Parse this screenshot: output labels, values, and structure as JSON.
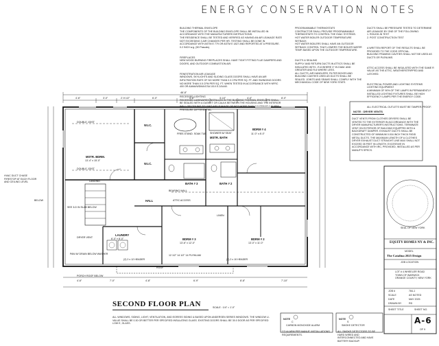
{
  "header": {
    "title": "ENERGY CONSERVATION NOTES"
  },
  "notes_col1": [
    {
      "heading": "",
      "text": "BUILDING THERMAL ENVELOPE\nTHE COMPONENTS OF THE BUILDING ENVELOPE SHALL BE INSTALLED IN ACCORDANCE WITH THE MANUFACTURERS INSTRUCTIONS.\nTHE RESIDENCE SHALL BE TESTED AND VERIFIED AS HAVING AN AIR LEAKAGE RATE NOT EXCEEDING 3 AIR CHANGES PER HR. TESTING SHALL BE DONE IN ACCORDANCE WITH ASTM E 779 OR ASTM E 1827 AND REPORTED AT A PRESSURE. 0.2 INCH w.g. (50 Pascals)."
    },
    {
      "heading": "",
      "text": "FIREPLACES\nNEW WOOD BURNING FIREPLACES SHALL HAVE TIGHT FITTING FLUE DAMPERS AND DOORS, AND OUTDOOR COMBUSTION AIR."
    },
    {
      "heading": "",
      "text": "FENESTRATION AIR LEAKAGE\nWINDOWS, SKYLIGHTS AND SLIDING GLASS DOORS SHALL HAVE AN AIR INFILTRATION RATE OF NO MORE THAN 0.3 CFM PER SQ. FT. AND SWINGING DOORS NO MORE THAN 0.5 CFM PER SQ. FT. WHEN TESTED IN ACCORDANCE WITH NFRC 400 OR AAMA/WDMA/CSA 101/I.S.2/A440."
    },
    {
      "heading": "",
      "text": "RECESSED LIGHTING\nRECESSED LUMINAIRES INSTALLED IN THE BUILDING THERMAL ENVELOPE SHALL BE SEALED WITH A GASKET OR CAULK BETWEEN THE HOUSING AND THE INTERIOR WALL OR CEILING TO LIMIT AIR LEAKAGE OF NOT MORE THAN 2.0 CFM AT 1.57 PSF PRESSURE DIFFERENTIAL."
    }
  ],
  "notes_col2": [
    {
      "heading": "",
      "text": "PROGRAMMABLE THERMOSTATS\nCONTRACTOR SHALL PROVIDE PROGRAMMABLE THERMOSTATS TO CONTROL THE HVAC SYSTEMS.\nHOT WATER BOILER OUTDOOR TEMPERATURE SETBACK\nHOT WATER BOILERS SHALL HAVE AN OUTDOOR SETBACK CONTROL THAT LOWERS THE BOILER WATER TEMP. BASED UPON THE OUTDOOR TEMPERATURE."
    },
    {
      "heading": "",
      "text": "DUCTS & SEALING\nSUPPLY AND RETURN DUCTS IN ATTICS SHALL BE INSULATED WITH...R-8 WHERE 3\" IN DIAM. AND GREATER AND R-6 WHERE LESS.\nALL DUCTS, AIR HANDLERS, FILTER BOXES AND BUILDING CAVITIES USED AS DUCTS SHALL BE SEALED. JOINTS AND SEAMS SHALL COMPLY WITH THE MECHANICAL CODE OF NEW YORK STATE."
    }
  ],
  "notes_col3": [
    {
      "heading": "",
      "text": "DUCTS SHALL BE PRESSURE TESTED TO DETERMINE AIR LEAKAGE BY ONE OF THE FOLLOWING:\n1. ROUGH-IN TEST\n2. POST CONSTRUCTION TEST"
    },
    {
      "heading": "",
      "text": "A WRITTEN REPORT OF THE RESULTS SHALL BE PROVIDED TO THE CODE OFFICIAL.\nBUILDING FRAMING CAVITIES SHALL NOT BE USED AS DUCTS OR PLENUMS."
    },
    {
      "heading": "",
      "text": "ATTIC ACCESS SHALL BE INSULATED WITH THE SAME R VALUE AS THE ATTIC, WEATHERSTRIPPED AND LATCHED."
    },
    {
      "heading": "",
      "text": "ELECTRICAL POWER AND LIGHTING SYSTEMS\nLIGHTING EQUIPMENT\nA MINIMUM OF 90% OF THE LAMPS IN PERMANENTLY INSTALLED LIGHTING FIXTURES SHALL BE HIGH EFFICIENCY LAMPS PER THE ENERGY CODE."
    },
    {
      "heading": "",
      "text": "ALL ELECTRICAL OUTLETS MUST BE TAMPER-PROOF."
    }
  ],
  "dryer_note": {
    "title": "NOTE : DRYER VENTS",
    "text": "DUCT VENTS FROM CLOTHES DRYERS SHALL BE VENTED TO THE EXTERIOR IN ACCORDANCE WITH THE DRYER MANUFACTURER'S INSTRUCTIONS. TERMINATE VENT ON EXTERIOR OF BUILDING EQUIPPED WITH A BACKDRAFT DAMPER. EXHAUST DUCTS SHALL BE CONSTRUCTED OF MINIMUM 0.016 INCH THICK RIGID METAL DUCTS. THE MAXIMUM LENGTH OF A CLOTHES DRYER EXHAUST DUCT STRAIGHT LINE MAX SHALL NOT EXCEED 35 FEET IN LENGTH. EXCESSIVE IN ACCORDANCE WITH IRC, PROVIDED, INSTALLED AS PER MANUF'S SPECS."
  },
  "left_note": {
    "text": "HVAC DUCT CHASE FIRESTOP AT EACH FLOOR AND CEILING LEVEL"
  },
  "plan": {
    "overall_dim": "46'-8\"",
    "top_dims": [
      "4'-6\"",
      "3'-0\"",
      "2'-9 1/2\"",
      "6'-0\"",
      "4'-8\"",
      "3'-10\"",
      "4'-0\"",
      "8'-0\""
    ],
    "bottom_dims": [
      "4'-6\"",
      "7'-0\"",
      "4'-8\"",
      "6'-9\"",
      "8'-8\"",
      "7'-10\""
    ],
    "rooms": [
      {
        "name": "MSTR. BDRM.",
        "size": "13'-4\" x 15'-0\""
      },
      {
        "name": "W.I.C.",
        "size": ""
      },
      {
        "name": "MSTR. BATH",
        "size": ""
      },
      {
        "name": "W.I.C.",
        "size": ""
      },
      {
        "name": "BDRM # 4",
        "size": "11'-0\" x 8'-0\""
      },
      {
        "name": "BATH # 2",
        "size": ""
      },
      {
        "name": "BATH # 3",
        "size": ""
      },
      {
        "name": "HALL",
        "size": ""
      },
      {
        "name": "LAUNDRY",
        "size": "6'-0\" x 8'-0\""
      },
      {
        "name": "BDRM # 3",
        "size": "13'-6\" x 12'-0\""
      },
      {
        "name": "BDRM # 2",
        "size": "13'-0\" x 11'-0\""
      },
      {
        "name": "LANDING",
        "size": ""
      }
    ],
    "labels": [
      "DOUBLE JOIST",
      "DOUBLE JOIST",
      "ATTIC ACCESS",
      "BEARING WALL",
      "LINEN",
      "DRYER VENT",
      "PORCH ROOF BELOW",
      "PAN W/ DRAIN BELOW WASHER",
      "BELOW",
      "ROOF",
      "FREE-STAND. SOAK TUB",
      "SHOWER W/ SEAT",
      "SEE 3-D IN SLAB BELOW",
      "(2) 2 x 12 HEADER",
      "(2) 2 x 10 HEADER",
      "12 1/2\" 14 1/2\" 14 PLYWLAM"
    ]
  },
  "plan_title": "SECOND FLOOR PLAN",
  "plan_scale": "SCALE : 1/4\" = 1'-0\"",
  "footer_note": "ALL WINDOWS, SIDING, LIGHT, VENTILATION, AND EGRESS SIDING & BASED UPON ANDERSEN SERIES WINDOWS. THE WINDOW U-VALUE SHALL BE 0.30 OR BETTER PER SPECIFIED INSULATING GLASS. EXISTING DOORS SHALL BE 30.0 DOOR AS PER SPECIFIED LOW E, GLASS.",
  "bottom_notes": [
    {
      "badge": "NOTE",
      "circle": "C",
      "title": "CARBON MONOXIDE ALARM",
      "text": "CO ALARM PER MANUF. INSTALLATIONS REQUIREMENTS."
    },
    {
      "badge": "NOTE",
      "circle": "S",
      "title": "SMOKE DETECTOR",
      "text": "ALL SMOKE DETECTORS TO BE HARD WIRED AND INTERCONNECTED AND HAVE BATTERY BACKUP."
    }
  ],
  "title_block": {
    "seal_caption": "SEAL OF NEW YORK",
    "company": "EQUITY HOMES NY & INC.",
    "model_label": "MODEL",
    "model": "The Catalina 2025 Design",
    "job_label": "JOB LOCATION",
    "job_location": "LOT # 4 WHEELER ROAD\nTOWN OF WARWICK\nORANGE COUNTY, NEW YORK",
    "fields": [
      {
        "label": "JOB #",
        "value": "784-1"
      },
      {
        "label": "SCALE",
        "value": "AS NOTED"
      },
      {
        "label": "DATE",
        "value": "MAY 2025"
      },
      {
        "label": "DRAWN BY",
        "value": "RD"
      }
    ],
    "sheet_title": "SHEET TITLE",
    "sheet_no_label": "SHEET NO.",
    "sheet_no": "A-6",
    "sheet_of": "OF 9"
  }
}
